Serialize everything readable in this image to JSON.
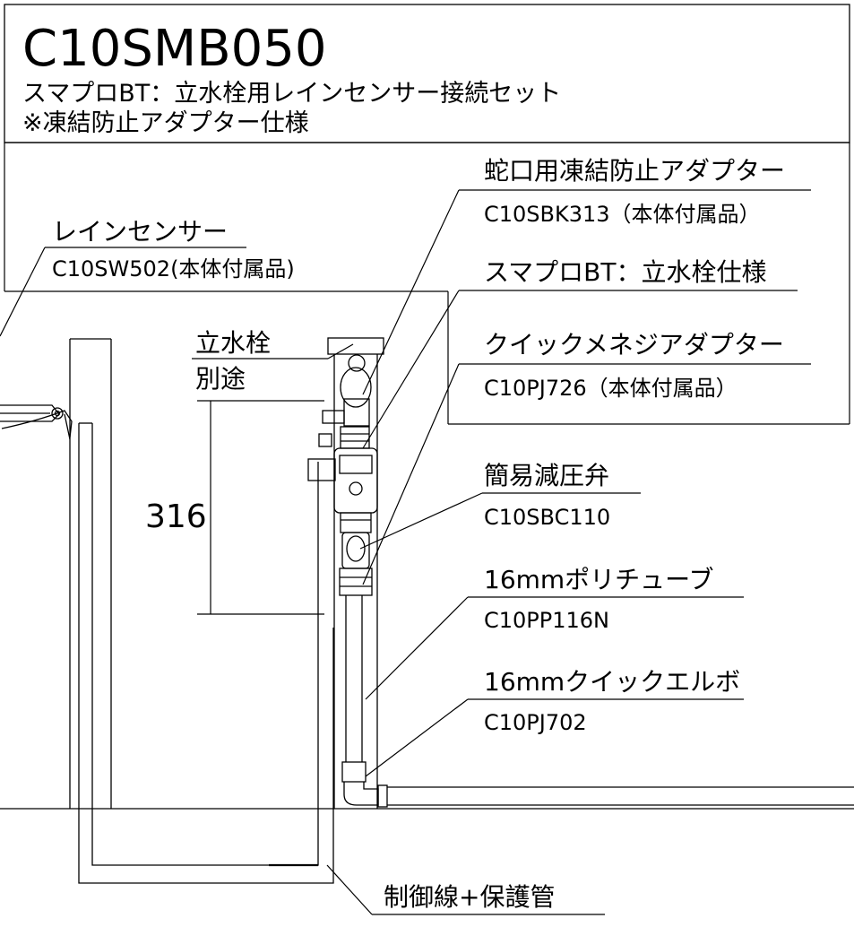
{
  "title": "C10SMB050",
  "subtitle_line1": "スマプロBT：立水栓用レインセンサー接続セット",
  "subtitle_line2": "※凍結防止アダプター仕様",
  "callouts": {
    "rain_sensor": {
      "name": "レインセンサー",
      "code": "C10SW502(本体付属品)"
    },
    "faucet_antifreeze": {
      "name": "蛇口用凍結防止アダプター",
      "code": "C10SBK313（本体付属品）"
    },
    "smapro_bt": {
      "name": "スマプロBT：立水栓仕様"
    },
    "quick_adapter": {
      "name": "クイックメネジアダプター",
      "code": "C10PJ726（本体付属品）"
    },
    "faucet_post": {
      "name": "立水栓",
      "note": "別途"
    },
    "pressure_valve": {
      "name": "簡易減圧弁",
      "code": "C10SBC110"
    },
    "poly_tube": {
      "name": "16mmポリチューブ",
      "code": "C10PP116N"
    },
    "quick_elbow": {
      "name": "16mmクイックエルボ",
      "code": "C10PJ702"
    },
    "control_wire": {
      "name": "制御線+保護管"
    }
  },
  "dimension": "316",
  "colors": {
    "line": "#000000",
    "background": "#ffffff"
  }
}
